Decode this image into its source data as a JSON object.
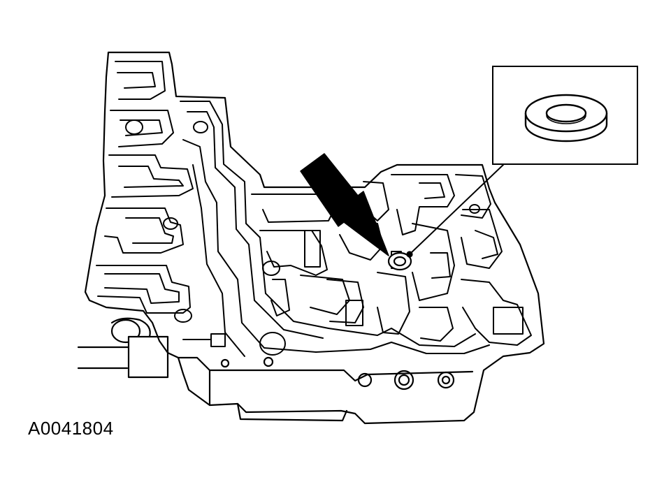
{
  "figure": {
    "id_label": "A0041804",
    "subject": "valve-body",
    "callout_part": "check-ball-seat-washer",
    "colors": {
      "line": "#000000",
      "fill": "#ffffff"
    }
  }
}
